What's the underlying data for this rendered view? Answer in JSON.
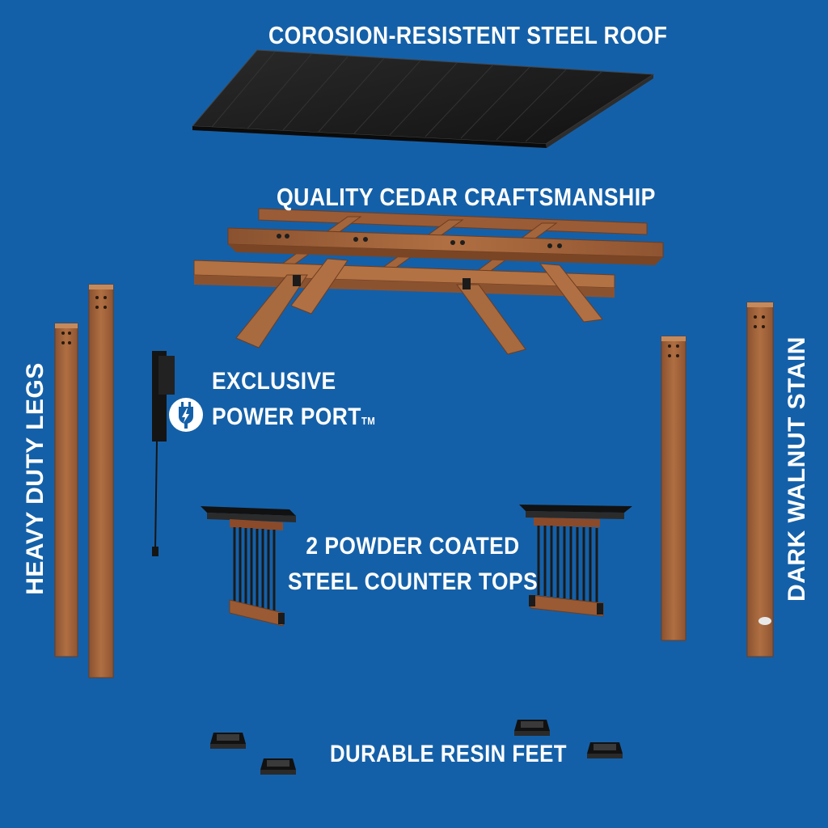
{
  "labels": {
    "roof": "Corosion-Resistent Steel Roof",
    "cedar": "Quality Cedar Craftsmanship",
    "power_line1": "Exclusive",
    "power_line2": "Power Port",
    "power_tm": "TM",
    "counter_line1": "2 Powder Coated",
    "counter_line2": "Steel Counter Tops",
    "legs": "Heavy Duty Legs",
    "stain": "Dark Walnut Stain",
    "feet": "Durable Resin Feet"
  },
  "colors": {
    "background": "#1460a8",
    "wood": "#a0633a",
    "wood_dark": "#7a4524",
    "steel": "#1c1c1c",
    "text": "#ffffff"
  },
  "icons": {
    "power": "plug-bolt-icon"
  }
}
